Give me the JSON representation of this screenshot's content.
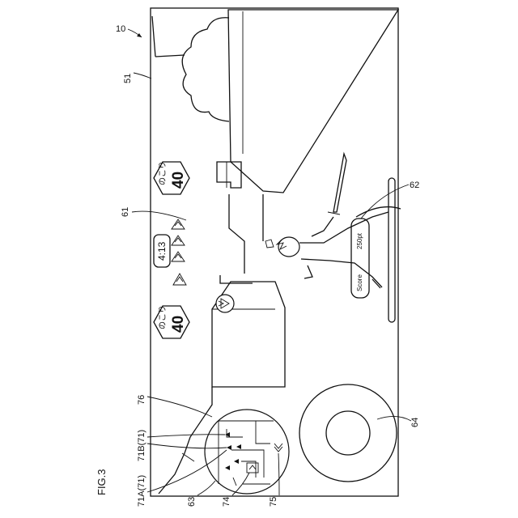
{
  "figure": {
    "caption": "FIG.3",
    "reference_numerals": {
      "device": "10",
      "screen": "51",
      "hud_top": "61",
      "score_gauge": "62",
      "minimap": "63",
      "joystick": "64",
      "marker_a": "71A(71)",
      "marker_b": "71B(71)",
      "minimap_item_74": "74",
      "minimap_item_75": "75",
      "minimap_border": "76"
    }
  },
  "hud": {
    "left_counter": {
      "label": "のこり",
      "value": "40"
    },
    "right_counter": {
      "label": "のこり",
      "value": "40"
    },
    "timer": "4:13",
    "score": {
      "label": "Score",
      "value": "250pt"
    }
  },
  "icons": [
    "hexagon-icon",
    "triangle-emblem-icon",
    "chevron-up-icon",
    "double-chevron-icon"
  ]
}
